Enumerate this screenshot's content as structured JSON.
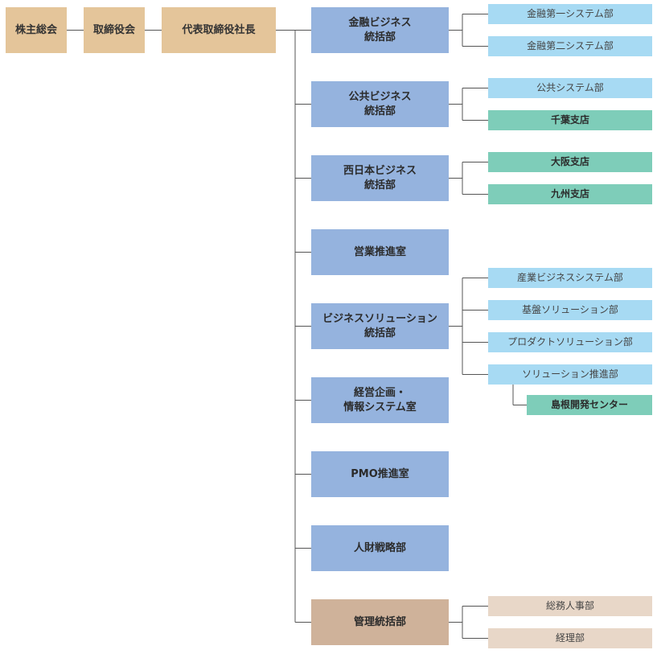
{
  "top_chain": [
    "株主総会",
    "取締役会",
    "代表取締役社長"
  ],
  "departments": [
    {
      "name": "金融ビジネス\n統括部",
      "type": "dept",
      "children": [
        {
          "name": "金融第一システム部",
          "type": "sub"
        },
        {
          "name": "金融第二システム部",
          "type": "sub"
        }
      ]
    },
    {
      "name": "公共ビジネス\n統括部",
      "type": "dept",
      "children": [
        {
          "name": "公共システム部",
          "type": "sub"
        },
        {
          "name": "千葉支店",
          "type": "branch"
        }
      ]
    },
    {
      "name": "西日本ビジネス\n統括部",
      "type": "dept",
      "children": [
        {
          "name": "大阪支店",
          "type": "branch"
        },
        {
          "name": "九州支店",
          "type": "branch"
        }
      ]
    },
    {
      "name": "営業推進室",
      "type": "dept",
      "children": []
    },
    {
      "name": "ビジネスソリューション\n統括部",
      "type": "dept",
      "children": [
        {
          "name": "産業ビジネスシステム部",
          "type": "sub"
        },
        {
          "name": "基盤ソリューション部",
          "type": "sub"
        },
        {
          "name": "プロダクトソリューション部",
          "type": "sub"
        },
        {
          "name": "ソリューション推進部",
          "type": "sub",
          "children": [
            {
              "name": "島根開発センター",
              "type": "branch"
            }
          ]
        }
      ]
    },
    {
      "name": "経営企画・\n情報システム室",
      "type": "dept",
      "children": []
    },
    {
      "name": "PMO推進室",
      "type": "dept",
      "children": []
    },
    {
      "name": "人財戦略部",
      "type": "dept",
      "children": []
    },
    {
      "name": "管理統括部",
      "type": "admin",
      "children": [
        {
          "name": "総務人事部",
          "type": "beige"
        },
        {
          "name": "経理部",
          "type": "beige"
        }
      ]
    }
  ],
  "colors": {
    "line": "#555555",
    "top": "#e4c59a",
    "dept": "#95b3de",
    "admin": "#cfb29a",
    "sub": "#a7daf3",
    "branch": "#7ecdb9",
    "beige": "#e8d7c8"
  }
}
